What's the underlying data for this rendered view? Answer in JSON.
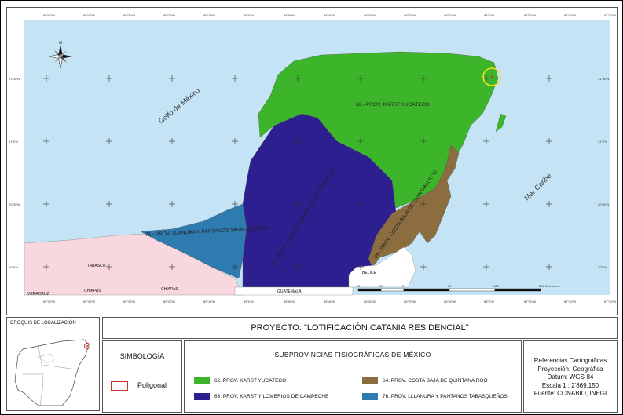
{
  "map": {
    "top_ticks": [
      "89°50'W",
      "89°40'W",
      "89°30'W",
      "89°20'W",
      "89°10'W",
      "89°0'W",
      "88°50'W",
      "88°40'W",
      "88°30'W",
      "88°20'W",
      "88°10'W",
      "88°0'W",
      "87°50'W",
      "87°40'W",
      "87°30'W"
    ],
    "bottom_ticks": [
      "89°50'W",
      "89°40'W",
      "89°30'W",
      "89°20'W",
      "89°10'W",
      "89°0'W",
      "88°50'W",
      "88°40'W",
      "88°30'W",
      "88°20'W",
      "88°10'W",
      "88°0'W",
      "87°50'W",
      "87°40'W",
      "87°30'W"
    ],
    "left_ticks": [
      "21°30'N",
      "21°0'N",
      "20°30'N",
      "20°0'N"
    ],
    "right_ticks": [
      "21°30'N",
      "21°0'N",
      "20°30'N",
      "20°0'N"
    ],
    "sea_gulf": "Golfo de México",
    "sea_caribe": "Mar Caribe",
    "region_labels": {
      "p62": "62.- PROV. KARST YUCATECO",
      "p63": "63.- PROV. KARST Y LOMERIOS DE CAMPECHE",
      "p64": "64.- PROV. COSTA BAJA DE QUINTANA ROO",
      "p76": "76.- PROV. LLANURA Y PANTANOS TABASQUEÑOS"
    },
    "places": {
      "tabasco": "TABASCO",
      "chiapas1": "CHIAPAS",
      "chiapas2": "CHIAPAS",
      "veracruz": "VERACRUZ",
      "guatemala": "GUATEMALA",
      "belice": "BELICE"
    },
    "scale_numbers": [
      "60",
      "30",
      "0",
      "60",
      "120",
      "240 Kilometers"
    ],
    "colors": {
      "sea": "#c4e4f5",
      "karst_yucateco": "#3db52a",
      "karst_campeche": "#2d1f8f",
      "costa_baja": "#8b6d3f",
      "llanura_tabasco": "#2e7bb0",
      "land_other": "#f8d7df",
      "polygon_circle": "#f5e11e"
    }
  },
  "croquis": {
    "title": "CROQUIS DE LOCALIZACIÓN"
  },
  "project": {
    "title": "PROYECTO: \"LOTIFICACIÓN CATANIA RESIDENCIAL\""
  },
  "simbologia": {
    "title": "SIMBOLOGÍA",
    "poligonal": "Poligonal"
  },
  "subprovincias": {
    "title": "SUBPROVINCIAS FISIOGRÁFICAS DE MÉXICO",
    "items": [
      {
        "label": "62.  PROV. KARST YUCATECO",
        "color": "#3db52a"
      },
      {
        "label": "63.  PROV. KARST Y LOMERIOS DE CAMPECHE",
        "color": "#2d1f8f"
      },
      {
        "label": "64.  PROV. COSTA BAJA DE QUINTANA ROO",
        "color": "#8b6d3f"
      },
      {
        "label": "76.  PROV. LLLANURA Y PANTANOS TABASQUEÑOS",
        "color": "#2e7bb0"
      }
    ]
  },
  "referencias": {
    "lines": [
      "Referencias Cartográficas",
      "Proyección: Geográfica",
      "Datum: WGS-84",
      "Escala 1 : 2'869,150",
      "Fuente: CONABIO, INEGI"
    ]
  }
}
